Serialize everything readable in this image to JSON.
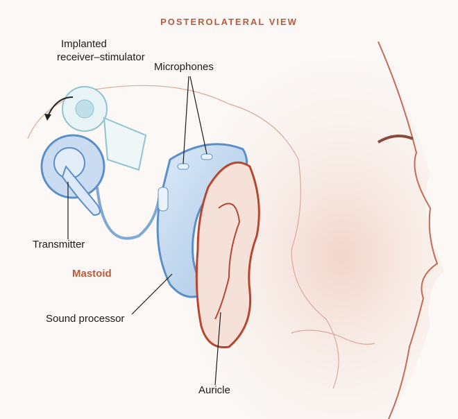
{
  "title": "POSTEROLATERAL VIEW",
  "labels": {
    "receiver_line1": "Implanted",
    "receiver_line2": "receiver–stimulator",
    "microphones": "Microphones",
    "transmitter": "Transmitter",
    "mastoid": "Mastoid",
    "sound_processor": "Sound processor",
    "auricle": "Auricle"
  },
  "colors": {
    "title": "#b85a3c",
    "mastoid": "#b85a3c",
    "device": "#5b8fc9",
    "ear_outline": "#b8452e",
    "skin": "#f3ddd3"
  }
}
